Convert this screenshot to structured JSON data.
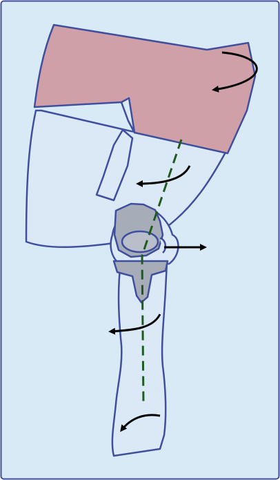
{
  "diagram": {
    "parts": [
      "pelvis",
      "thigh",
      "patella",
      "knee-joint",
      "tibia-plateau",
      "lower-leg",
      "foot"
    ],
    "arrows": [
      {
        "name": "pelvis-rotation-arrow",
        "kind": "curved"
      },
      {
        "name": "thigh-rotation-arrow",
        "kind": "curved"
      },
      {
        "name": "knee-lateral-shift-arrow",
        "kind": "straight"
      },
      {
        "name": "shin-rotation-arrow",
        "kind": "curved"
      },
      {
        "name": "foot-rotation-arrow",
        "kind": "curved"
      }
    ],
    "axis_line": {
      "style": "dashed",
      "color": "#1f5a1f"
    }
  },
  "colors": {
    "background": "#d9eaf7",
    "frame": "#3f4e9e",
    "outline": "#3f4e9e",
    "limb_fill": "#dbe9f7",
    "pelvis_fill": "#cfa0a8",
    "bone_fill": "#a6acb8",
    "bone_light": "#b9beca",
    "arrow": "#000000",
    "axis": "#1f5a1f"
  }
}
